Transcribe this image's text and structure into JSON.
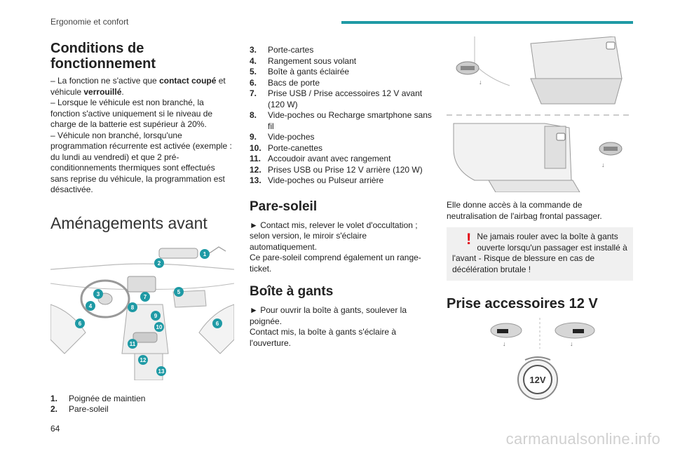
{
  "header": {
    "title": "Ergonomie et confort"
  },
  "page_number": "64",
  "watermark": "carmanualsonline.info",
  "conditions": {
    "title": "Conditions de fonctionnement",
    "p1_a": "– La fonction ne s'active que ",
    "p1_b": "contact coupé",
    "p1_c": " et véhicule ",
    "p1_d": "verrouillé",
    "p1_e": ".",
    "p2": "– Lorsque le véhicule est non branché, la fonction s'active uniquement si le niveau de charge de la batterie est supérieur à 20%.",
    "p3": "– Véhicule non branché, lorsqu'une programmation récurrente est activée (exemple : du lundi au vendredi) et que 2 pré-conditionnements thermiques sont effectués sans reprise du véhicule, la programmation est désactivée."
  },
  "amenagements": {
    "title": "Aménagements avant",
    "callouts": [
      "1",
      "2",
      "3",
      "4",
      "5",
      "6",
      "6",
      "7",
      "8",
      "9",
      "10",
      "11",
      "12",
      "13"
    ],
    "items": [
      {
        "n": "1.",
        "label": "Poignée de maintien"
      },
      {
        "n": "2.",
        "label": "Pare-soleil"
      },
      {
        "n": "3.",
        "label": "Porte-cartes"
      },
      {
        "n": "4.",
        "label": "Rangement sous volant"
      },
      {
        "n": "5.",
        "label": "Boîte à gants éclairée"
      },
      {
        "n": "6.",
        "label": "Bacs de porte"
      },
      {
        "n": "7.",
        "label": "Prise USB / Prise accessoires 12 V avant (120 W)"
      },
      {
        "n": "8.",
        "label": "Vide-poches ou Recharge smartphone sans fil"
      },
      {
        "n": "9.",
        "label": "Vide-poches"
      },
      {
        "n": "10.",
        "label": "Porte-canettes"
      },
      {
        "n": "11.",
        "label": "Accoudoir avant avec rangement"
      },
      {
        "n": "12.",
        "label": "Prises USB ou Prise 12 V arrière (120 W)"
      },
      {
        "n": "13.",
        "label": "Vide-poches ou Pulseur arrière"
      }
    ]
  },
  "pare_soleil": {
    "title": "Pare-soleil",
    "p1": "► Contact mis, relever le volet d'occultation ; selon version, le miroir s'éclaire automatiquement.",
    "p2": "Ce pare-soleil comprend également un range-ticket."
  },
  "boite_gants": {
    "title": "Boîte à gants",
    "p1": "► Pour ouvrir la boîte à gants, soulever la poignée.",
    "p2": "Contact mis, la boîte à gants s'éclaire à l'ouverture.",
    "p3": "Elle donne accès à la commande de neutralisation de l'airbag frontal passager.",
    "warning": "Ne jamais rouler avec la boîte à gants ouverte lorsqu'un passager est installé à l'avant - Risque de blessure en cas de décélération brutale !"
  },
  "prise": {
    "title": "Prise accessoires 12 V",
    "socket_label": "12V"
  },
  "colors": {
    "accent": "#1f9aa5",
    "warning": "#e30613",
    "callout": "#1f9aa5"
  }
}
